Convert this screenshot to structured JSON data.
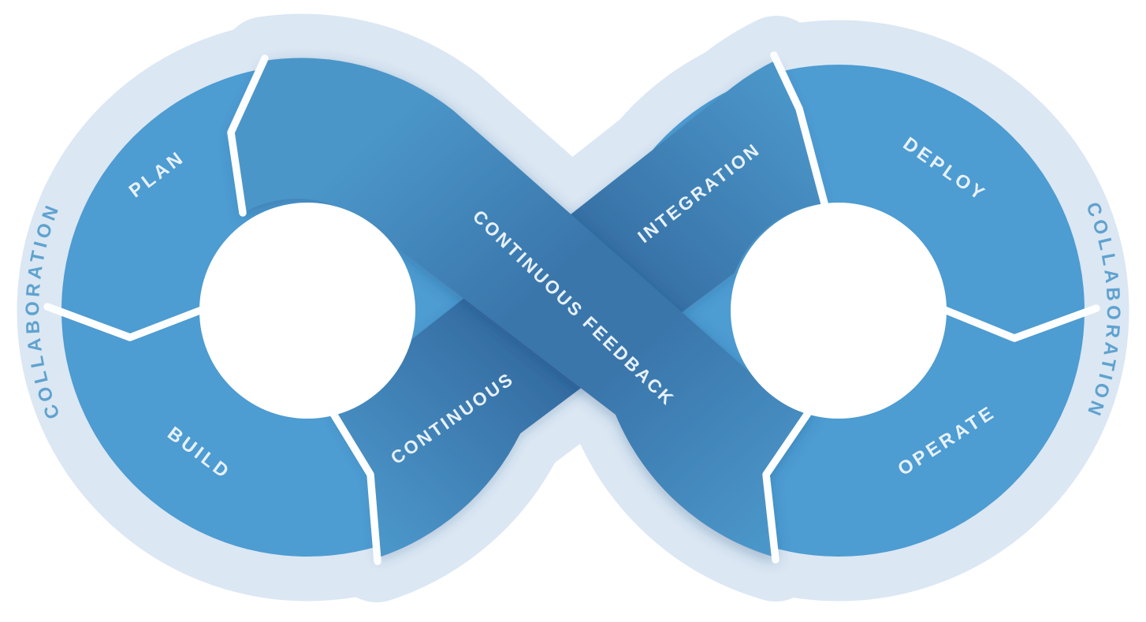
{
  "diagram": {
    "type": "devops-infinity-loop",
    "left_loop": {
      "top_segment": "PLAN",
      "bottom_segment": "BUILD",
      "outer_label": "COLLABORATION"
    },
    "right_loop": {
      "top_segment": "DEPLOY",
      "bottom_segment": "OPERATE",
      "outer_label": "COLLABORATION"
    },
    "ribbons": {
      "over_label": "CONTINUOUS FEEDBACK",
      "under_label_left": "CONTINUOUS",
      "under_label_right": "INTEGRATION"
    }
  },
  "colors": {
    "background": "#ffffff",
    "pale_ring": "#dbe7f3",
    "loop_blue": "#4d9cd2",
    "band_light": "#4b96c9",
    "band_mid": "#3a76ab",
    "band_dark": "#2d6298",
    "divider": "#fdfeff",
    "label_text": "#e7f1fa",
    "ring_text": "#5fa2cf"
  }
}
